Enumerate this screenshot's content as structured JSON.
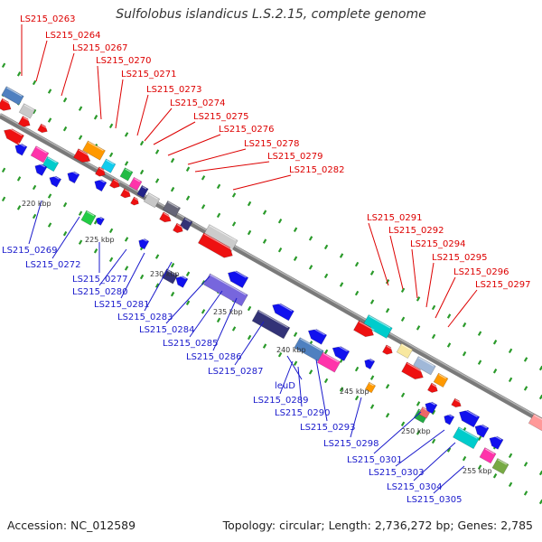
{
  "title": "Sulfolobus islandicus L.S.2.15, complete genome",
  "footer": {
    "accession": "Accession: NC_012589",
    "summary": "Topology: circular; Length: 2,736,272 bp; Genes: 2,785"
  },
  "colors": {
    "forward_label": "#dd0000",
    "reverse_label": "#1a1acc",
    "backbone": "#8a8a8a",
    "dots": "#2a9a2a"
  },
  "tick_labels": [
    "220 kbp",
    "225 kbp",
    "230 kbp",
    "235 kbp",
    "240 kbp",
    "245 kbp",
    "250 kbp",
    "255 kbp"
  ],
  "forward_labels": [
    "LS215_0263",
    "LS215_0264",
    "LS215_0267",
    "LS215_0270",
    "LS215_0271",
    "LS215_0273",
    "LS215_0274",
    "LS215_0275",
    "LS215_0276",
    "LS215_0278",
    "LS215_0279",
    "LS215_0282",
    "LS215_0291",
    "LS215_0292",
    "LS215_0294",
    "LS215_0295",
    "LS215_0296",
    "LS215_0297"
  ],
  "reverse_labels": [
    "LS215_0269",
    "LS215_0272",
    "LS215_0277",
    "LS215_0280",
    "LS215_0281",
    "LS215_0283",
    "LS215_0284",
    "LS215_0285",
    "LS215_0286",
    "LS215_0287",
    "leuD",
    "LS215_0289",
    "LS215_0290",
    "LS215_0293",
    "LS215_0298",
    "LS215_0301",
    "LS215_0303",
    "LS215_0304",
    "LS215_0305"
  ]
}
